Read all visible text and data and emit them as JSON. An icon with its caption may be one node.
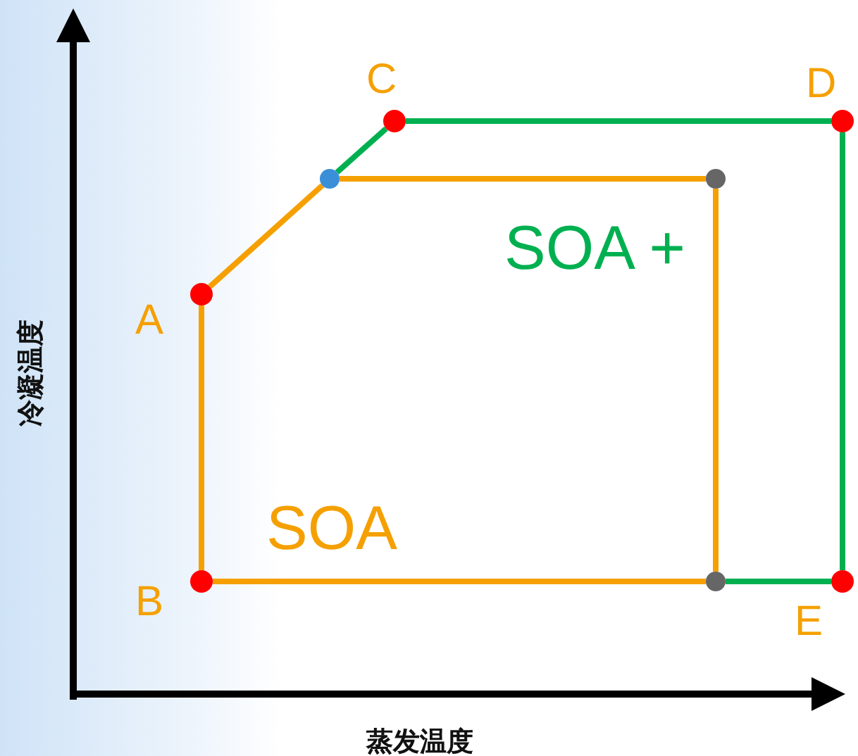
{
  "diagram": {
    "nodes": [
      {
        "text": [],
        "shape": "circle",
        "beside": [
          "A"
        ]
      },
      {
        "text": [],
        "shape": "circle",
        "beside": [
          "B"
        ]
      },
      {
        "text": [],
        "shape": "circle",
        "beside": [
          "C"
        ]
      },
      {
        "text": [],
        "shape": "circle",
        "beside": [
          "D"
        ]
      },
      {
        "text": [],
        "shape": "circle",
        "beside": [
          "E"
        ]
      },
      {
        "text": [],
        "shape": "circle"
      },
      {
        "text": [],
        "shape": "circle"
      },
      {
        "text": [],
        "shape": "circle"
      }
    ],
    "edges": [
      {
        "from": 0,
        "to": 5,
        "arrow": "none"
      },
      {
        "from": 5,
        "to": 6,
        "arrow": "none"
      },
      {
        "from": 6,
        "to": 7,
        "arrow": "none"
      },
      {
        "from": 7,
        "to": 1,
        "arrow": "none"
      },
      {
        "from": 1,
        "to": 0,
        "arrow": "none"
      },
      {
        "from": 5,
        "to": 2,
        "arrow": "none",
        "color": "#00b050"
      },
      {
        "from": 2,
        "to": 3,
        "arrow": "none",
        "color": "#00b050"
      },
      {
        "from": 3,
        "to": 4,
        "arrow": "none",
        "color": "#00b050"
      },
      {
        "from": 4,
        "to": 7,
        "arrow": "none",
        "color": "#00b050"
      }
    ],
    "labels": [
      "SOA +",
      "SOA",
      "冷凝温度",
      "蒸发温度"
    ]
  }
}
